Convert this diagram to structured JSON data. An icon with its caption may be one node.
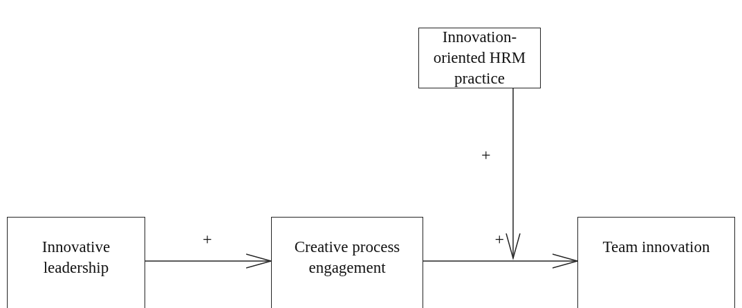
{
  "diagram": {
    "nodes": [
      {
        "text": [
          "Innovation-oriented HRM practice"
        ]
      },
      {
        "text": [
          "Innovative leadership"
        ]
      },
      {
        "text": [
          "Creative process engagement"
        ]
      },
      {
        "text": [
          "Team innovation"
        ]
      }
    ],
    "edges": [
      {
        "from": 1,
        "to": 2,
        "arrow": "to",
        "label": "+"
      },
      {
        "from": 2,
        "to": 3,
        "arrow": "to",
        "label": "+"
      },
      {
        "from": 0,
        "to": null,
        "arrow": "to",
        "label": "+"
      }
    ]
  }
}
